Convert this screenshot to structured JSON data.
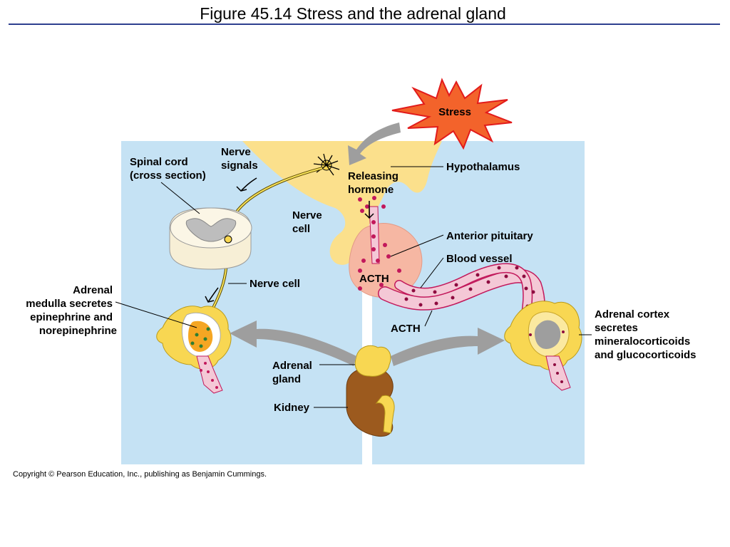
{
  "title": "Figure 45.14  Stress and the adrenal gland",
  "copyright": "Copyright © Pearson Education, Inc., publishing as Benjamin Cummings.",
  "labels": {
    "stress": "Stress",
    "spinal_cord_1": "Spinal cord",
    "spinal_cord_2": "(cross section)",
    "nerve_signals_1": "Nerve",
    "nerve_signals_2": "signals",
    "releasing_1": "Releasing",
    "releasing_2": "hormone",
    "hypothalamus": "Hypothalamus",
    "nerve_cell_top_1": "Nerve",
    "nerve_cell_top_2": "cell",
    "anterior_pituitary": "Anterior pituitary",
    "blood_vessel": "Blood vessel",
    "acth_gland": "ACTH",
    "acth_vessel": "ACTH",
    "nerve_cell_mid": "Nerve cell",
    "medulla_1": "Adrenal",
    "medulla_2": "medulla secretes",
    "medulla_3": "epinephrine and",
    "medulla_4": "norepinephrine",
    "cortex_1": "Adrenal cortex",
    "cortex_2": "secretes",
    "cortex_3": "mineralocorticoids",
    "cortex_4": "and glucocorticoids",
    "adrenal_gland_1": "Adrenal",
    "adrenal_gland_2": "gland",
    "kidney": "Kidney"
  },
  "colors": {
    "panel": "#c5e2f4",
    "hypothalamus": "#fbe08c",
    "pituitary": "#f6b7a3",
    "adrenal_yellow": "#f8d752",
    "vessel": "#f4c8d6",
    "dot": "#c2185b",
    "kidney": "#9c5a1e",
    "arrow": "#9e9e9e",
    "title_rule": "#2e3f8f"
  }
}
